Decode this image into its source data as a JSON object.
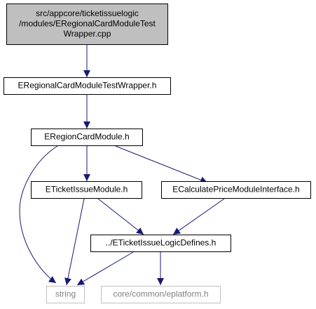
{
  "nodes": [
    {
      "id": "root",
      "lines": [
        "src/appcore/ticketissuelogic",
        "/modules/ERegionalCardModuleTest",
        "Wrapper.cpp"
      ],
      "style": "root"
    },
    {
      "id": "wrapper_h",
      "lines": [
        "ERegionalCardModuleTestWrapper.h"
      ],
      "style": "normal"
    },
    {
      "id": "region_card",
      "lines": [
        "ERegionCardModule.h"
      ],
      "style": "normal"
    },
    {
      "id": "ticket_issue",
      "lines": [
        "ETicketIssueModule.h"
      ],
      "style": "normal"
    },
    {
      "id": "calc_price",
      "lines": [
        "ECalculatePriceModuleInterface.h"
      ],
      "style": "normal"
    },
    {
      "id": "logic_defines",
      "lines": [
        "../ETicketIssueLogicDefines.h"
      ],
      "style": "normal"
    },
    {
      "id": "string",
      "lines": [
        "string"
      ],
      "style": "external"
    },
    {
      "id": "eplatform",
      "lines": [
        "core/common/eplatform.h"
      ],
      "style": "external"
    }
  ],
  "edges": [
    {
      "from": "root",
      "to": "wrapper_h"
    },
    {
      "from": "wrapper_h",
      "to": "region_card"
    },
    {
      "from": "region_card",
      "to": "ticket_issue"
    },
    {
      "from": "region_card",
      "to": "calc_price"
    },
    {
      "from": "region_card",
      "to": "string"
    },
    {
      "from": "ticket_issue",
      "to": "logic_defines"
    },
    {
      "from": "ticket_issue",
      "to": "string"
    },
    {
      "from": "calc_price",
      "to": "logic_defines"
    },
    {
      "from": "logic_defines",
      "to": "string"
    },
    {
      "from": "logic_defines",
      "to": "eplatform"
    }
  ],
  "colors": {
    "edge": "#191970",
    "root_fill": "#bfbfbf",
    "root_border": "#000000",
    "node_border": "#000000",
    "external_border": "#bfbfbf",
    "text": "#000000",
    "external_text": "#808080"
  }
}
